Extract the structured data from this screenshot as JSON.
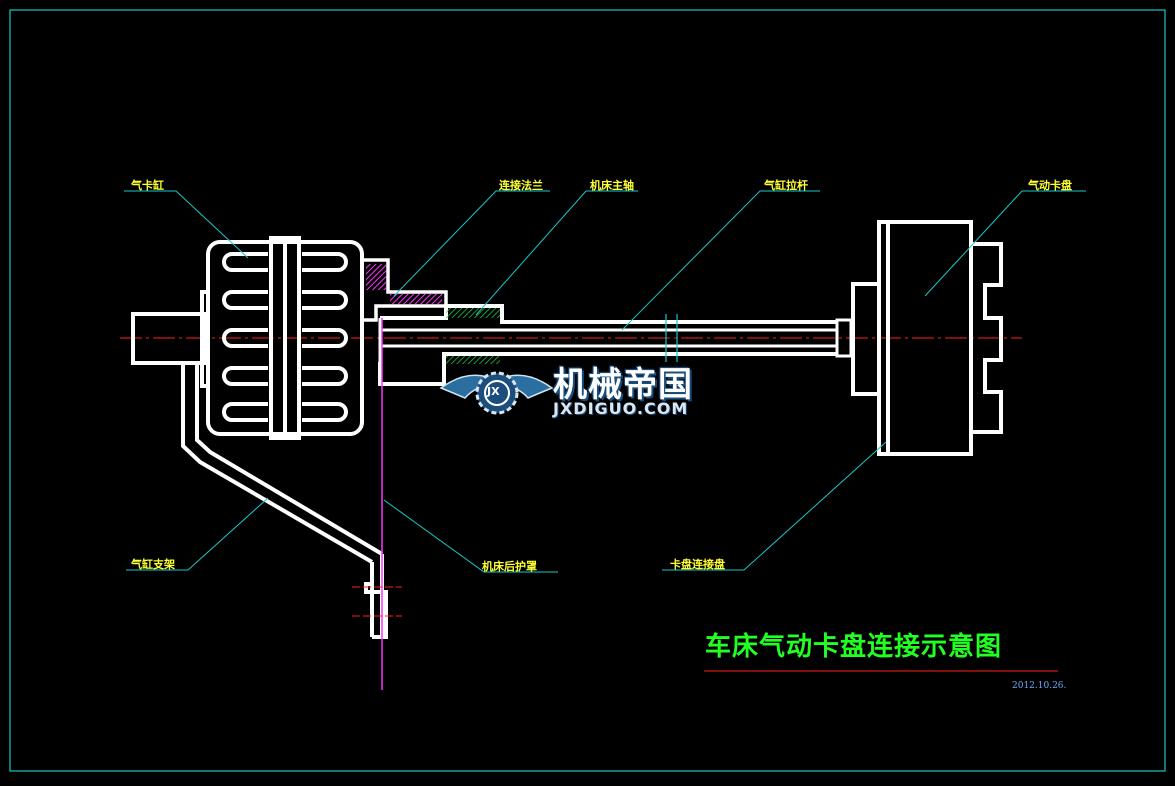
{
  "labels": {
    "cylinder": "气卡缸",
    "flange": "连接法兰",
    "spindle": "机床主轴",
    "pull_rod": "气缸拉杆",
    "chuck": "气动卡盘",
    "bracket": "气缸支架",
    "rear_cover": "机床后护罩",
    "chuck_plate": "卡盘连接盘"
  },
  "title": "车床气动卡盘连接示意图",
  "date": "2012.10.26.",
  "watermark": {
    "cn": "机械帝国",
    "en": "JXDIGUO.COM",
    "badge": "JX"
  },
  "colors": {
    "background": "#000000",
    "frame": "#18c8c8",
    "part": "#ffffff",
    "leader": "#18c8c8",
    "label": "#ffff33",
    "title": "#22ff22",
    "centerline": "#ff2020",
    "section_line": "#ff33ff",
    "hatch": "#ff33ff",
    "date": "#66aaff"
  }
}
